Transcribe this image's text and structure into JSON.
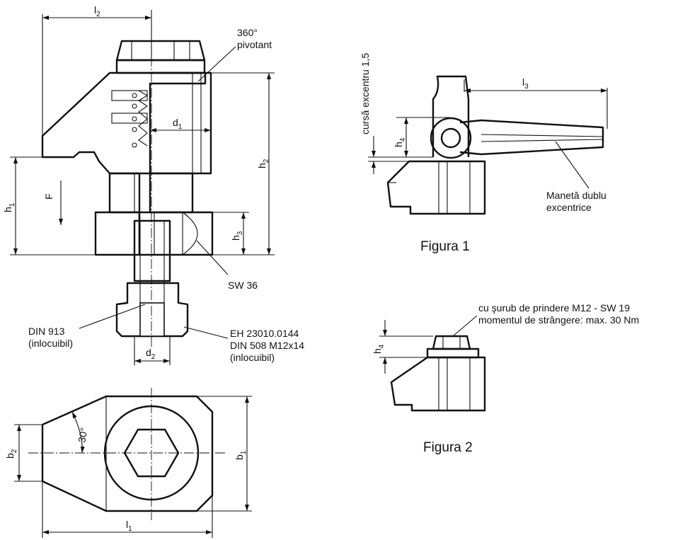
{
  "labels": {
    "l2": "l",
    "l2_sub": "2",
    "l1": "l",
    "l1_sub": "1",
    "l3": "l",
    "l3_sub": "3",
    "h1": "h",
    "h1_sub": "1",
    "h2": "h",
    "h2_sub": "2",
    "h3": "h",
    "h3_sub": "3",
    "h4_fig1": "h",
    "h4_fig1_sub": "4",
    "h4_fig2": "h",
    "h4_fig2_sub": "4",
    "d1": "d",
    "d1_sub": "1",
    "d2": "d",
    "d2_sub": "2",
    "b1": "b",
    "b1_sub": "1",
    "b2": "b",
    "b2_sub": "2",
    "force": "F",
    "angle": "30°",
    "pivot_line1": "360°",
    "pivot_line2": "pivotant",
    "sw36": "SW 36",
    "din913_line1": "DIN 913",
    "din913_line2": "(inlocuibil)",
    "eh_line1": "EH 23010.0144",
    "eh_line2": "DIN 508 M12x14",
    "eh_line3": "(inlocuibil)",
    "stroke_label": "cursă excentru 1,5",
    "handle_line1": "Manetă dublu",
    "handle_line2": "excentrice",
    "figure1": "Figura 1",
    "figure2": "Figura 2",
    "screw_line1": "cu şurub de prindere M12 - SW 19",
    "screw_line2": "momentul de  strângere: max. 30 Nm"
  }
}
